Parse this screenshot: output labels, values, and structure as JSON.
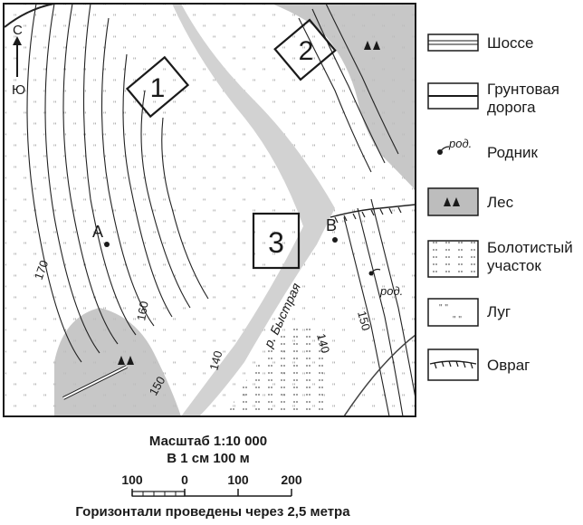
{
  "map": {
    "sections": [
      "1",
      "2",
      "3"
    ],
    "points": [
      "А",
      "В"
    ],
    "compass": {
      "north": "С",
      "south": "Ю"
    },
    "contours": [
      "170",
      "160",
      "150",
      "140",
      "140",
      "150"
    ],
    "river": "р. Быстрая",
    "spring": "род."
  },
  "legend": [
    {
      "symbol": "highway",
      "label": [
        "Шоссе"
      ]
    },
    {
      "symbol": "dirt-road",
      "label": [
        "Грунтовая",
        "дорога"
      ]
    },
    {
      "symbol": "spring",
      "label": [
        "Родник"
      ],
      "glyph": "род."
    },
    {
      "symbol": "forest",
      "label": [
        "Лес"
      ]
    },
    {
      "symbol": "swamp",
      "label": [
        "Болотистый",
        "участок"
      ]
    },
    {
      "symbol": "meadow",
      "label": [
        "Луг"
      ]
    },
    {
      "symbol": "ravine",
      "label": [
        "Овраг"
      ]
    }
  ],
  "scale": {
    "title": "Масштаб 1:10 000",
    "ratio": "В 1 см 100 м",
    "ticks": [
      "100",
      "0",
      "100",
      "200"
    ]
  },
  "note": "Горизонтали проведены через 2,5 метра",
  "colors": {
    "forest": "#bdbdbd",
    "river": "#d2d2d2",
    "ink": "#1a1a1a"
  }
}
